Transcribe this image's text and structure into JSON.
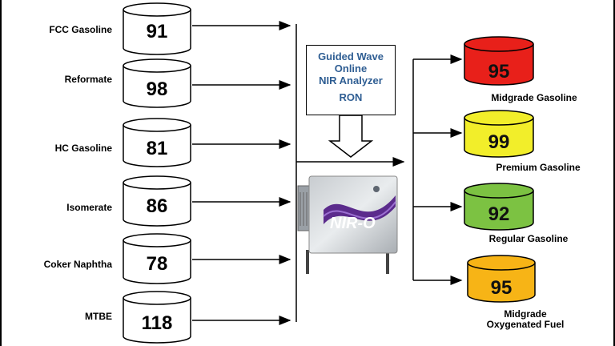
{
  "inputs": [
    {
      "label": "FCC Gasoline",
      "value": "91"
    },
    {
      "label": "Reformate",
      "value": "98"
    },
    {
      "label": "HC Gasoline",
      "value": "81"
    },
    {
      "label": "Isomerate",
      "value": "86"
    },
    {
      "label": "Coker Naphtha",
      "value": "78"
    },
    {
      "label": "MTBE",
      "value": "118"
    }
  ],
  "analyzer": {
    "line1": "Guided Wave",
    "line2": "Online",
    "line3": "NIR Analyzer",
    "line4": "RON",
    "device_label": "NIR-O"
  },
  "outputs": [
    {
      "label_line1": "Midgrade Gasoline",
      "label_line2": "",
      "value": "95",
      "color": "#e8201a"
    },
    {
      "label_line1": "Premium Gasoline",
      "label_line2": "",
      "value": "99",
      "color": "#f2ee2a"
    },
    {
      "label_line1": "Regular Gasoline",
      "label_line2": "",
      "value": "92",
      "color": "#7cc242"
    },
    {
      "label_line1": "Midgrade",
      "label_line2": "Oxygenated Fuel",
      "value": "95",
      "color": "#f7b416"
    }
  ]
}
